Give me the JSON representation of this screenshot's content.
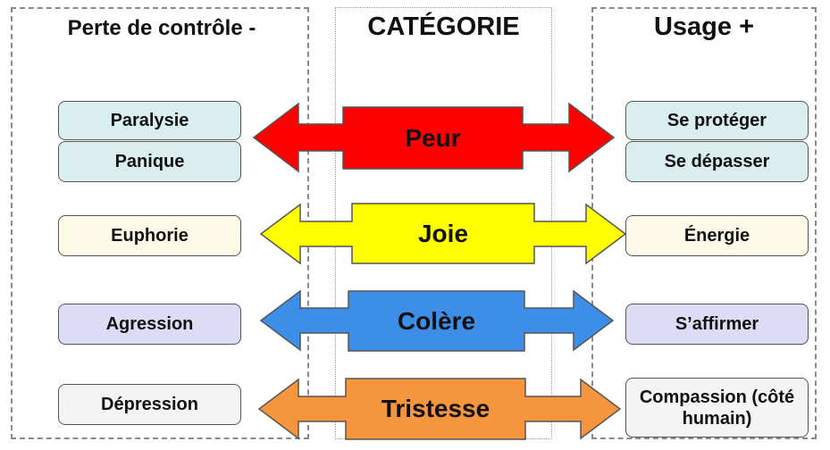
{
  "headings": {
    "left": "Perte de contrôle -",
    "middle": "CATÉGORIE",
    "right": "Usage +"
  },
  "rows": [
    {
      "category": "Peur",
      "color": "#ff0000",
      "box_color": "#daeef0",
      "left": [
        "Paralysie",
        "Panique"
      ],
      "right": [
        "Se protéger",
        "Se dépasser"
      ]
    },
    {
      "category": "Joie",
      "color": "#ffff00",
      "box_color": "#fdfbe8",
      "left": [
        "Euphorie"
      ],
      "right": [
        "Énergie"
      ]
    },
    {
      "category": "Colère",
      "color": "#3c8ee8",
      "box_color": "#dcdcf6",
      "left": [
        "Agression"
      ],
      "right": [
        "S’affirmer"
      ]
    },
    {
      "category": "Tristesse",
      "color": "#f5953e",
      "box_color": "#f4f4f4",
      "left": [
        "Dépression"
      ],
      "right": [
        "Compassion (côté humain)"
      ]
    }
  ]
}
